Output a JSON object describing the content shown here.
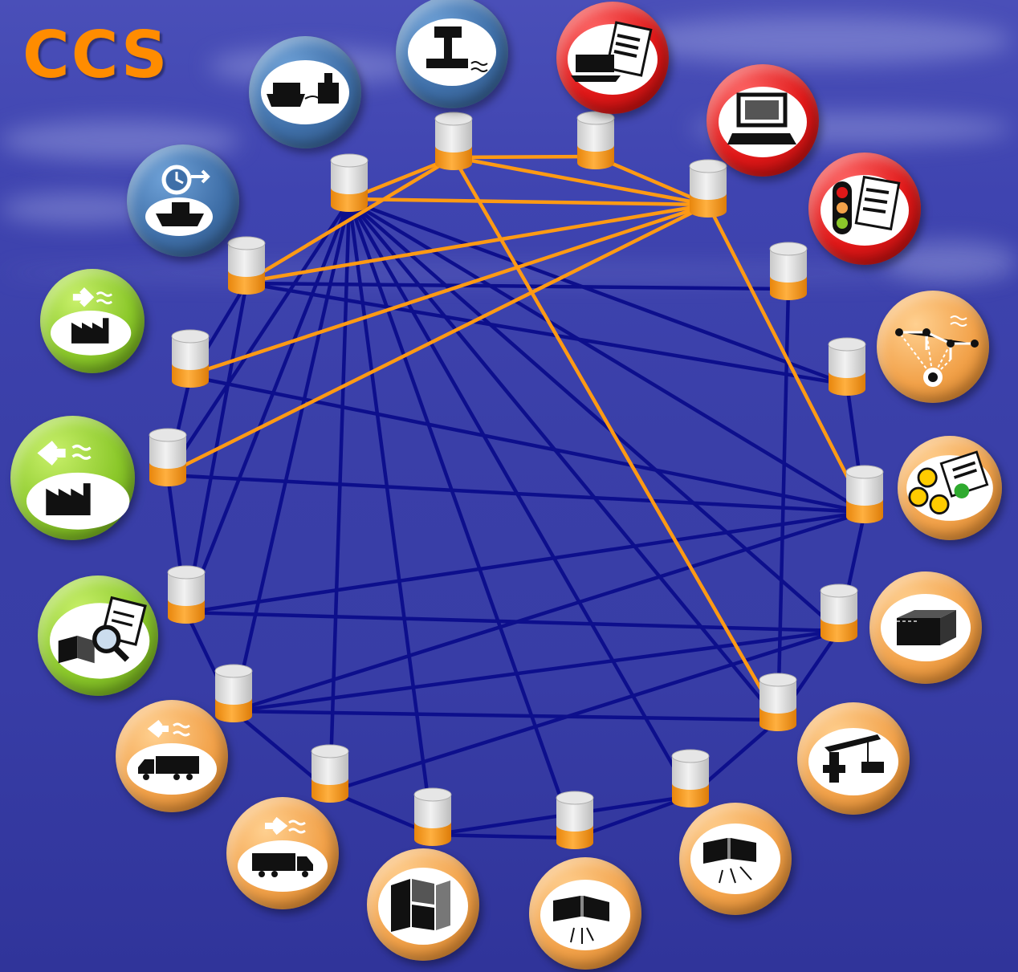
{
  "title": "CCS",
  "colors": {
    "background": "#3f44b0",
    "title": "#ff8c00",
    "link_blue": "#0d0f8c",
    "link_orange": "#ff9a14",
    "db_top": "#d9d9d9",
    "db_bottom": "#f59a1b"
  },
  "hubs": [
    {
      "id": "ship-departure",
      "color": "blue",
      "icon": "ship-clock-icon"
    },
    {
      "id": "cargo-ship-crane",
      "color": "blue",
      "icon": "ship-crane-icon"
    },
    {
      "id": "control-tower",
      "color": "blue",
      "icon": "control-tower-icon"
    },
    {
      "id": "document-computer",
      "color": "red",
      "icon": "document-laptop-icon"
    },
    {
      "id": "laptop",
      "color": "red",
      "icon": "laptop-icon"
    },
    {
      "id": "traffic-light-document",
      "color": "red",
      "icon": "traffic-light-icon"
    },
    {
      "id": "network-graph",
      "color": "orange",
      "icon": "network-graph-icon"
    },
    {
      "id": "payment-ok",
      "color": "orange",
      "icon": "euro-coins-ok-icon"
    },
    {
      "id": "container-box",
      "color": "orange",
      "icon": "container-icon"
    },
    {
      "id": "port-crane",
      "color": "orange",
      "icon": "crane-icon"
    },
    {
      "id": "container-unload",
      "color": "orange",
      "icon": "container-unload-icon"
    },
    {
      "id": "container-load",
      "color": "orange",
      "icon": "container-load-icon"
    },
    {
      "id": "warehouse-boxes",
      "color": "orange",
      "icon": "boxes-icon"
    },
    {
      "id": "truck-export",
      "color": "orange",
      "icon": "truck-right-icon"
    },
    {
      "id": "truck-import",
      "color": "orange",
      "icon": "truck-left-icon"
    },
    {
      "id": "inspection",
      "color": "green",
      "icon": "magnifier-box-icon"
    },
    {
      "id": "factory-import",
      "color": "green",
      "icon": "factory-left-icon"
    },
    {
      "id": "factory-export",
      "color": "green",
      "icon": "factory-right-icon"
    }
  ]
}
